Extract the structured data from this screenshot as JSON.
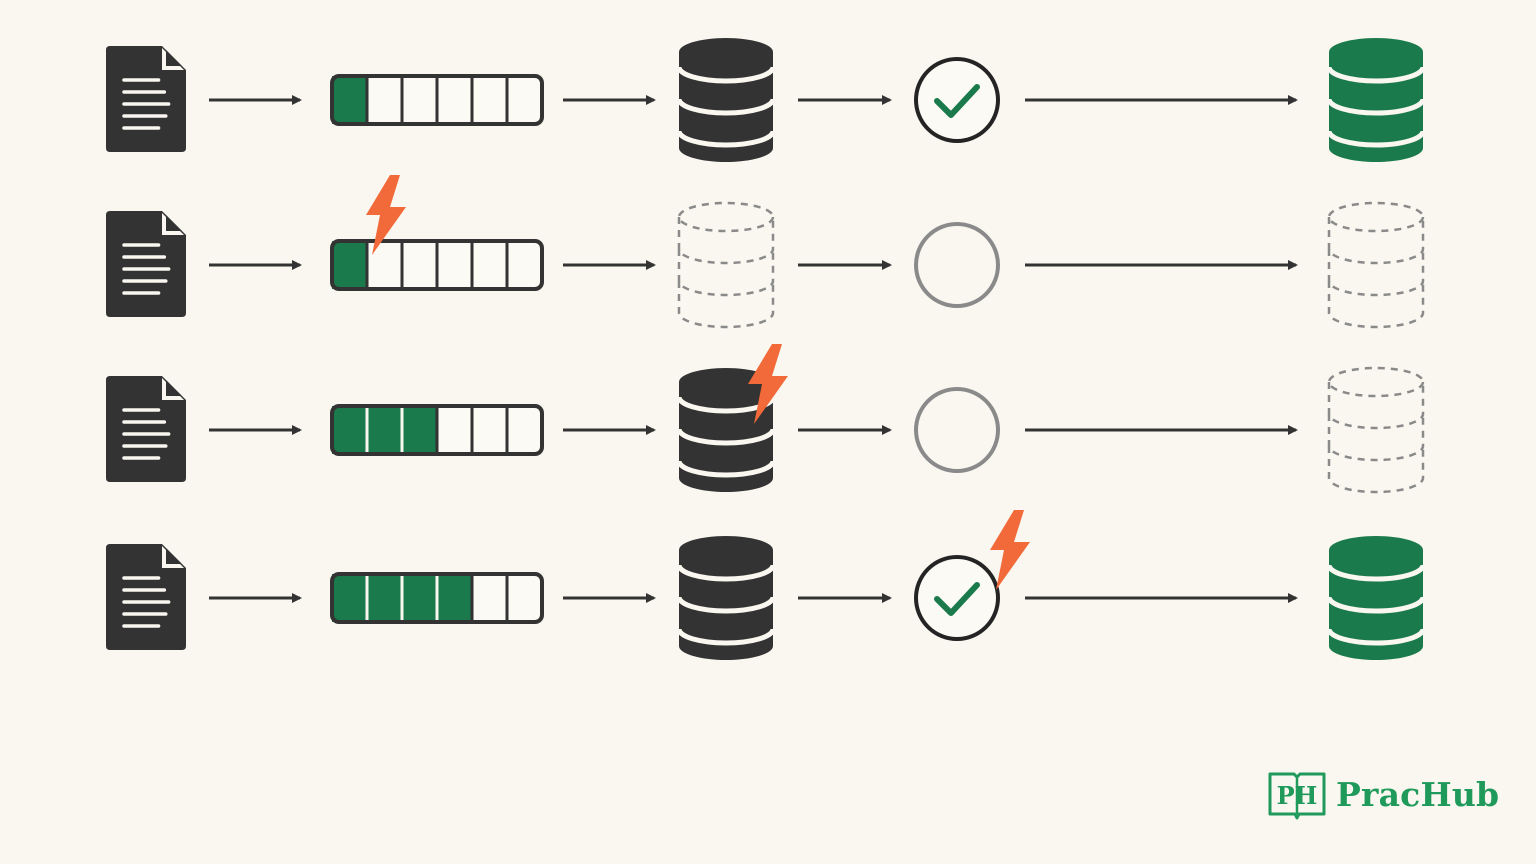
{
  "brand": {
    "name": "PracHub",
    "logo_letters": "PH"
  },
  "colors": {
    "background": "#f9f7ef",
    "dark": "#333333",
    "green": "#1a7a4c",
    "lightning": "#f26a3a",
    "pending": "#8a8a8a",
    "brand": "#1f9a5b"
  },
  "stage_order": [
    "document",
    "progress",
    "database",
    "status",
    "destination"
  ],
  "progress_segments_total": 6,
  "rows": [
    {
      "progress_filled": 1,
      "database": "solid",
      "status": "checked",
      "destination": "success",
      "failure_at": null
    },
    {
      "progress_filled": 1,
      "database": "pending",
      "status": "pending",
      "destination": "pending",
      "failure_at": "progress"
    },
    {
      "progress_filled": 3,
      "database": "solid",
      "status": "pending",
      "destination": "pending",
      "failure_at": "database"
    },
    {
      "progress_filled": 4,
      "database": "solid",
      "status": "checked",
      "destination": "success",
      "failure_at": "status"
    }
  ]
}
